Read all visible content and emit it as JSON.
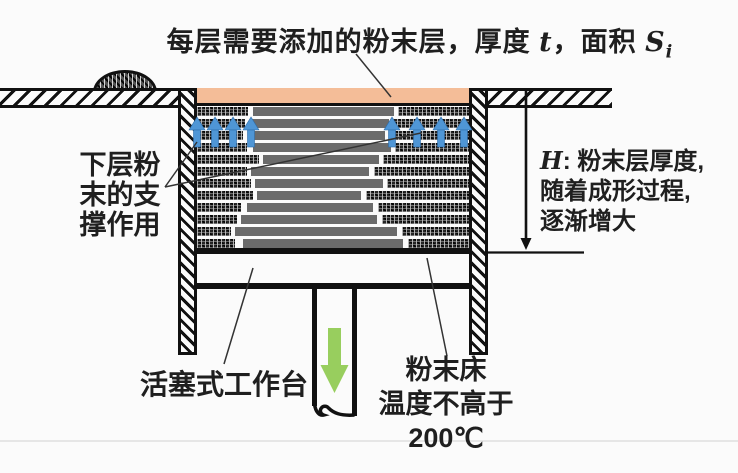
{
  "labels": {
    "top": {
      "part1": "每层需要添加的粉末层，厚度 ",
      "t_symbol": "t",
      "part2": "，面积 ",
      "s_symbol": "S",
      "s_subscript": "i"
    },
    "left_support": {
      "line1": "下层粉",
      "line2": "末的支",
      "line3": "撑作用"
    },
    "height_note": {
      "h_symbol": "H",
      "line1_rest": ": 粉末层厚度,",
      "line2": "随着成形过程,",
      "line3": "逐渐增大"
    },
    "piston": "活塞式工作台",
    "powder_bed": {
      "line1": "粉末床",
      "line2": "温度不高于",
      "line3": "200℃"
    }
  },
  "colors": {
    "new_powder_layer_pink": "#f4bd98",
    "sintered_layer_gray": "#6b6b6b",
    "powder_speckle_dark": "#262626",
    "up_arrow_blue": "#4f96d6",
    "down_arrow_green": "#98ce5e",
    "line_black": "#111111"
  },
  "diagram": {
    "interior_width": 272,
    "layer_rows": [
      {
        "sl": 51,
        "b1": 56,
        "b2": 197,
        "sr": 201
      },
      {
        "sl": 48,
        "b1": 54,
        "b2": 192,
        "sr": 196
      },
      {
        "sl": 46,
        "b1": 54,
        "b2": 188,
        "sr": 193
      },
      {
        "sl": 50,
        "b1": 56,
        "b2": 194,
        "sr": 198
      },
      {
        "sl": 62,
        "b1": 66,
        "b2": 182,
        "sr": 186
      },
      {
        "sl": 50,
        "b1": 54,
        "b2": 172,
        "sr": 177
      },
      {
        "sl": 54,
        "b1": 58,
        "b2": 186,
        "sr": 190
      },
      {
        "sl": 56,
        "b1": 60,
        "b2": 164,
        "sr": 169
      },
      {
        "sl": 44,
        "b1": 50,
        "b2": 176,
        "sr": 181
      },
      {
        "sl": 40,
        "b1": 44,
        "b2": 180,
        "sr": 185
      },
      {
        "sl": 34,
        "b1": 38,
        "b2": 200,
        "sr": 205
      },
      {
        "sl": 38,
        "b1": 46,
        "b2": 206,
        "sr": 211
      }
    ],
    "up_arrows_x": [
      197,
      215,
      233,
      251,
      392,
      417,
      441,
      464
    ]
  }
}
